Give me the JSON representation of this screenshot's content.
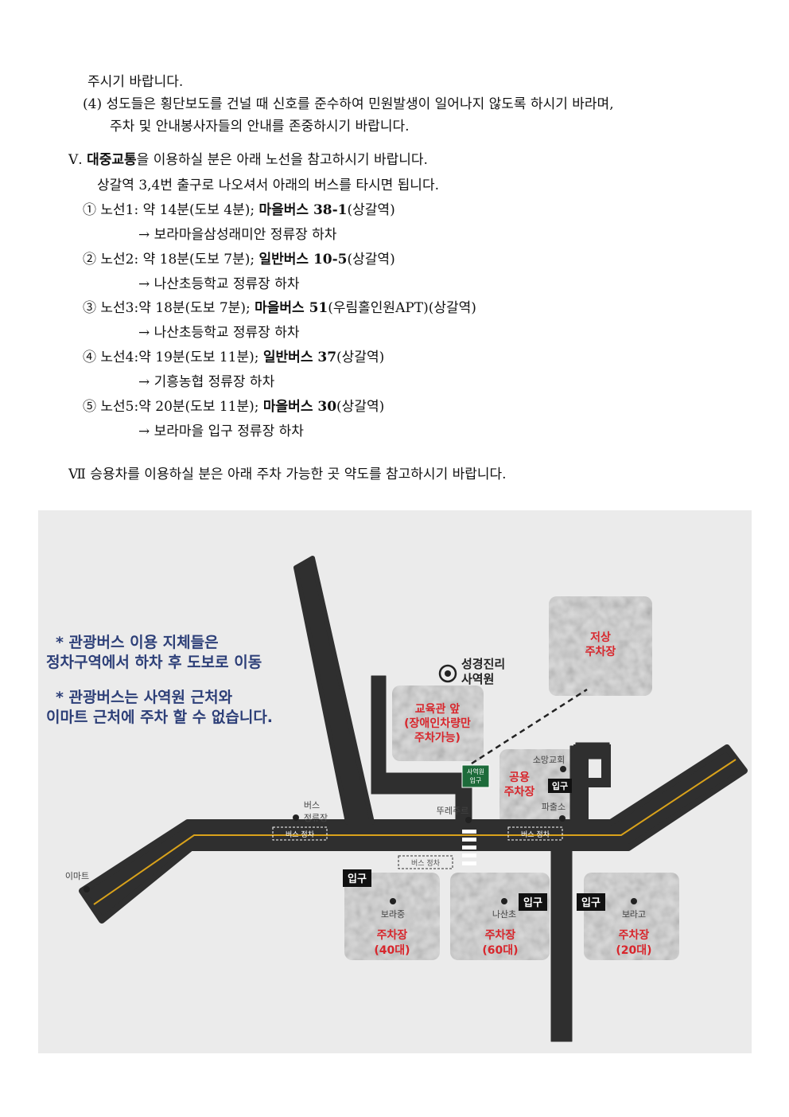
{
  "text": {
    "line1": "주시기 바랍니다.",
    "item4_line1": "(4) 성도들은 횡단보도를 건널 때 신호를 준수하여 민원발생이 일어나지 않도록 하시기 바라며,",
    "item4_line2": "주차 및 안내봉사자들의 안내를 존중하시기 바랍니다.",
    "section5_num": "Ⅴ. ",
    "section5_bold": "대중교통",
    "section5_rest": "을 이용하실 분은 아래 노선을 참고하시기 바랍니다.",
    "section5_sub": "상갈역 3,4번 출구로 나오셔서 아래의 버스를 타시면 됩니다.",
    "routes": [
      {
        "head": "① 노선1: 약 14분(도보 4분); ",
        "bus": "마을버스 38-1",
        "tail": "(상갈역)",
        "stop": "→ 보라마을삼성래미안 정류장 하차"
      },
      {
        "head": "② 노선2: 약 18분(도보 7분); ",
        "bus": "일반버스 10-5",
        "tail": "(상갈역)",
        "stop": "→ 나산초등학교 정류장 하차"
      },
      {
        "head": "③ 노선3:약 18분(도보 7분); ",
        "bus": "마을버스 51",
        "tail": "(우림홀인원APT)(상갈역)",
        "stop": "→ 나산초등학교 정류장 하차"
      },
      {
        "head": "④ 노선4:약 19분(도보 11분); ",
        "bus": "일반버스 37",
        "tail": "(상갈역)",
        "stop": "→ 기흥농협 정류장 하차"
      },
      {
        "head": "⑤ 노선5:약 20분(도보 11분); ",
        "bus": "마을버스 30",
        "tail": "(상갈역)",
        "stop": "→ 보라마을 입구 정류장 하차"
      }
    ],
    "section7": "Ⅶ 승용차를 이용하실 분은 아래 주차 가능한 곳 약도를 참고하시기 바랍니다."
  },
  "map": {
    "note1_line1": "* 관광버스 이용 지체들은",
    "note1_line2": "정차구역에서 하차 후 도보로 이동",
    "note2_line1": "* 관광버스는 사역원 근처와",
    "note2_line2": "이마트 근처에 주차 할 수 없습니다.",
    "church_line1": "성경진리",
    "church_line2": "사역원",
    "lot_low_line1": "저상",
    "lot_low_line2": "주차장",
    "edu_line1": "교육관 앞",
    "edu_line2": "(장애인차량만",
    "edu_line3": "주차가능)",
    "entrance_sign_line1": "사역원",
    "entrance_sign_line2": "입구",
    "shared_line1": "공용",
    "shared_line2": "주차장",
    "somang": "소망교회",
    "police": "파출소",
    "turejure": "뚜레주르",
    "bus_stop_line1": "버스",
    "bus_stop_line2": "정류장",
    "bus_zone": "버스 정차",
    "emart": "이마트",
    "entrance": "입구",
    "boramid": "보라중",
    "nasan": "나산초",
    "borahigh": "보라고",
    "lot_label": "주차장",
    "lot40": "(40대)",
    "lot60": "(60대)",
    "lot20": "(20대)"
  },
  "colors": {
    "road": "#2f2f2f",
    "center_line": "#d9a21b",
    "accent_red": "#d8262c",
    "note_blue": "#2d3f78",
    "map_bg": "#ebebeb",
    "sign_green": "#1d6b3a"
  }
}
